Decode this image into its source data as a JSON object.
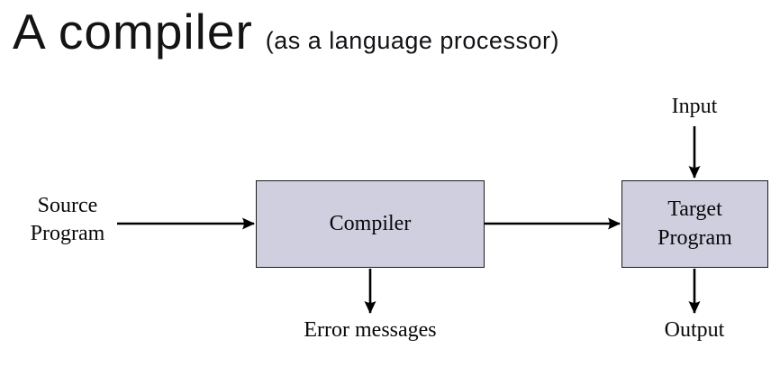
{
  "title": {
    "main": "A compiler",
    "subtitle": "(as a language processor)"
  },
  "diagram": {
    "nodes": {
      "source_label": "Source Program",
      "compiler_box_label": "Compiler",
      "target_box_label": "Target Program",
      "input_label": "Input",
      "output_label": "Output",
      "error_label": "Error messages"
    },
    "edges": [
      "Source Program -> Compiler",
      "Compiler -> Target Program",
      "Input -> Target Program",
      "Compiler -> Error messages",
      "Target Program -> Output"
    ],
    "colors": {
      "box_fill": "#cfcfe0",
      "box_border": "#1c1c1c",
      "arrow": "#000000",
      "text": "#090909"
    }
  }
}
